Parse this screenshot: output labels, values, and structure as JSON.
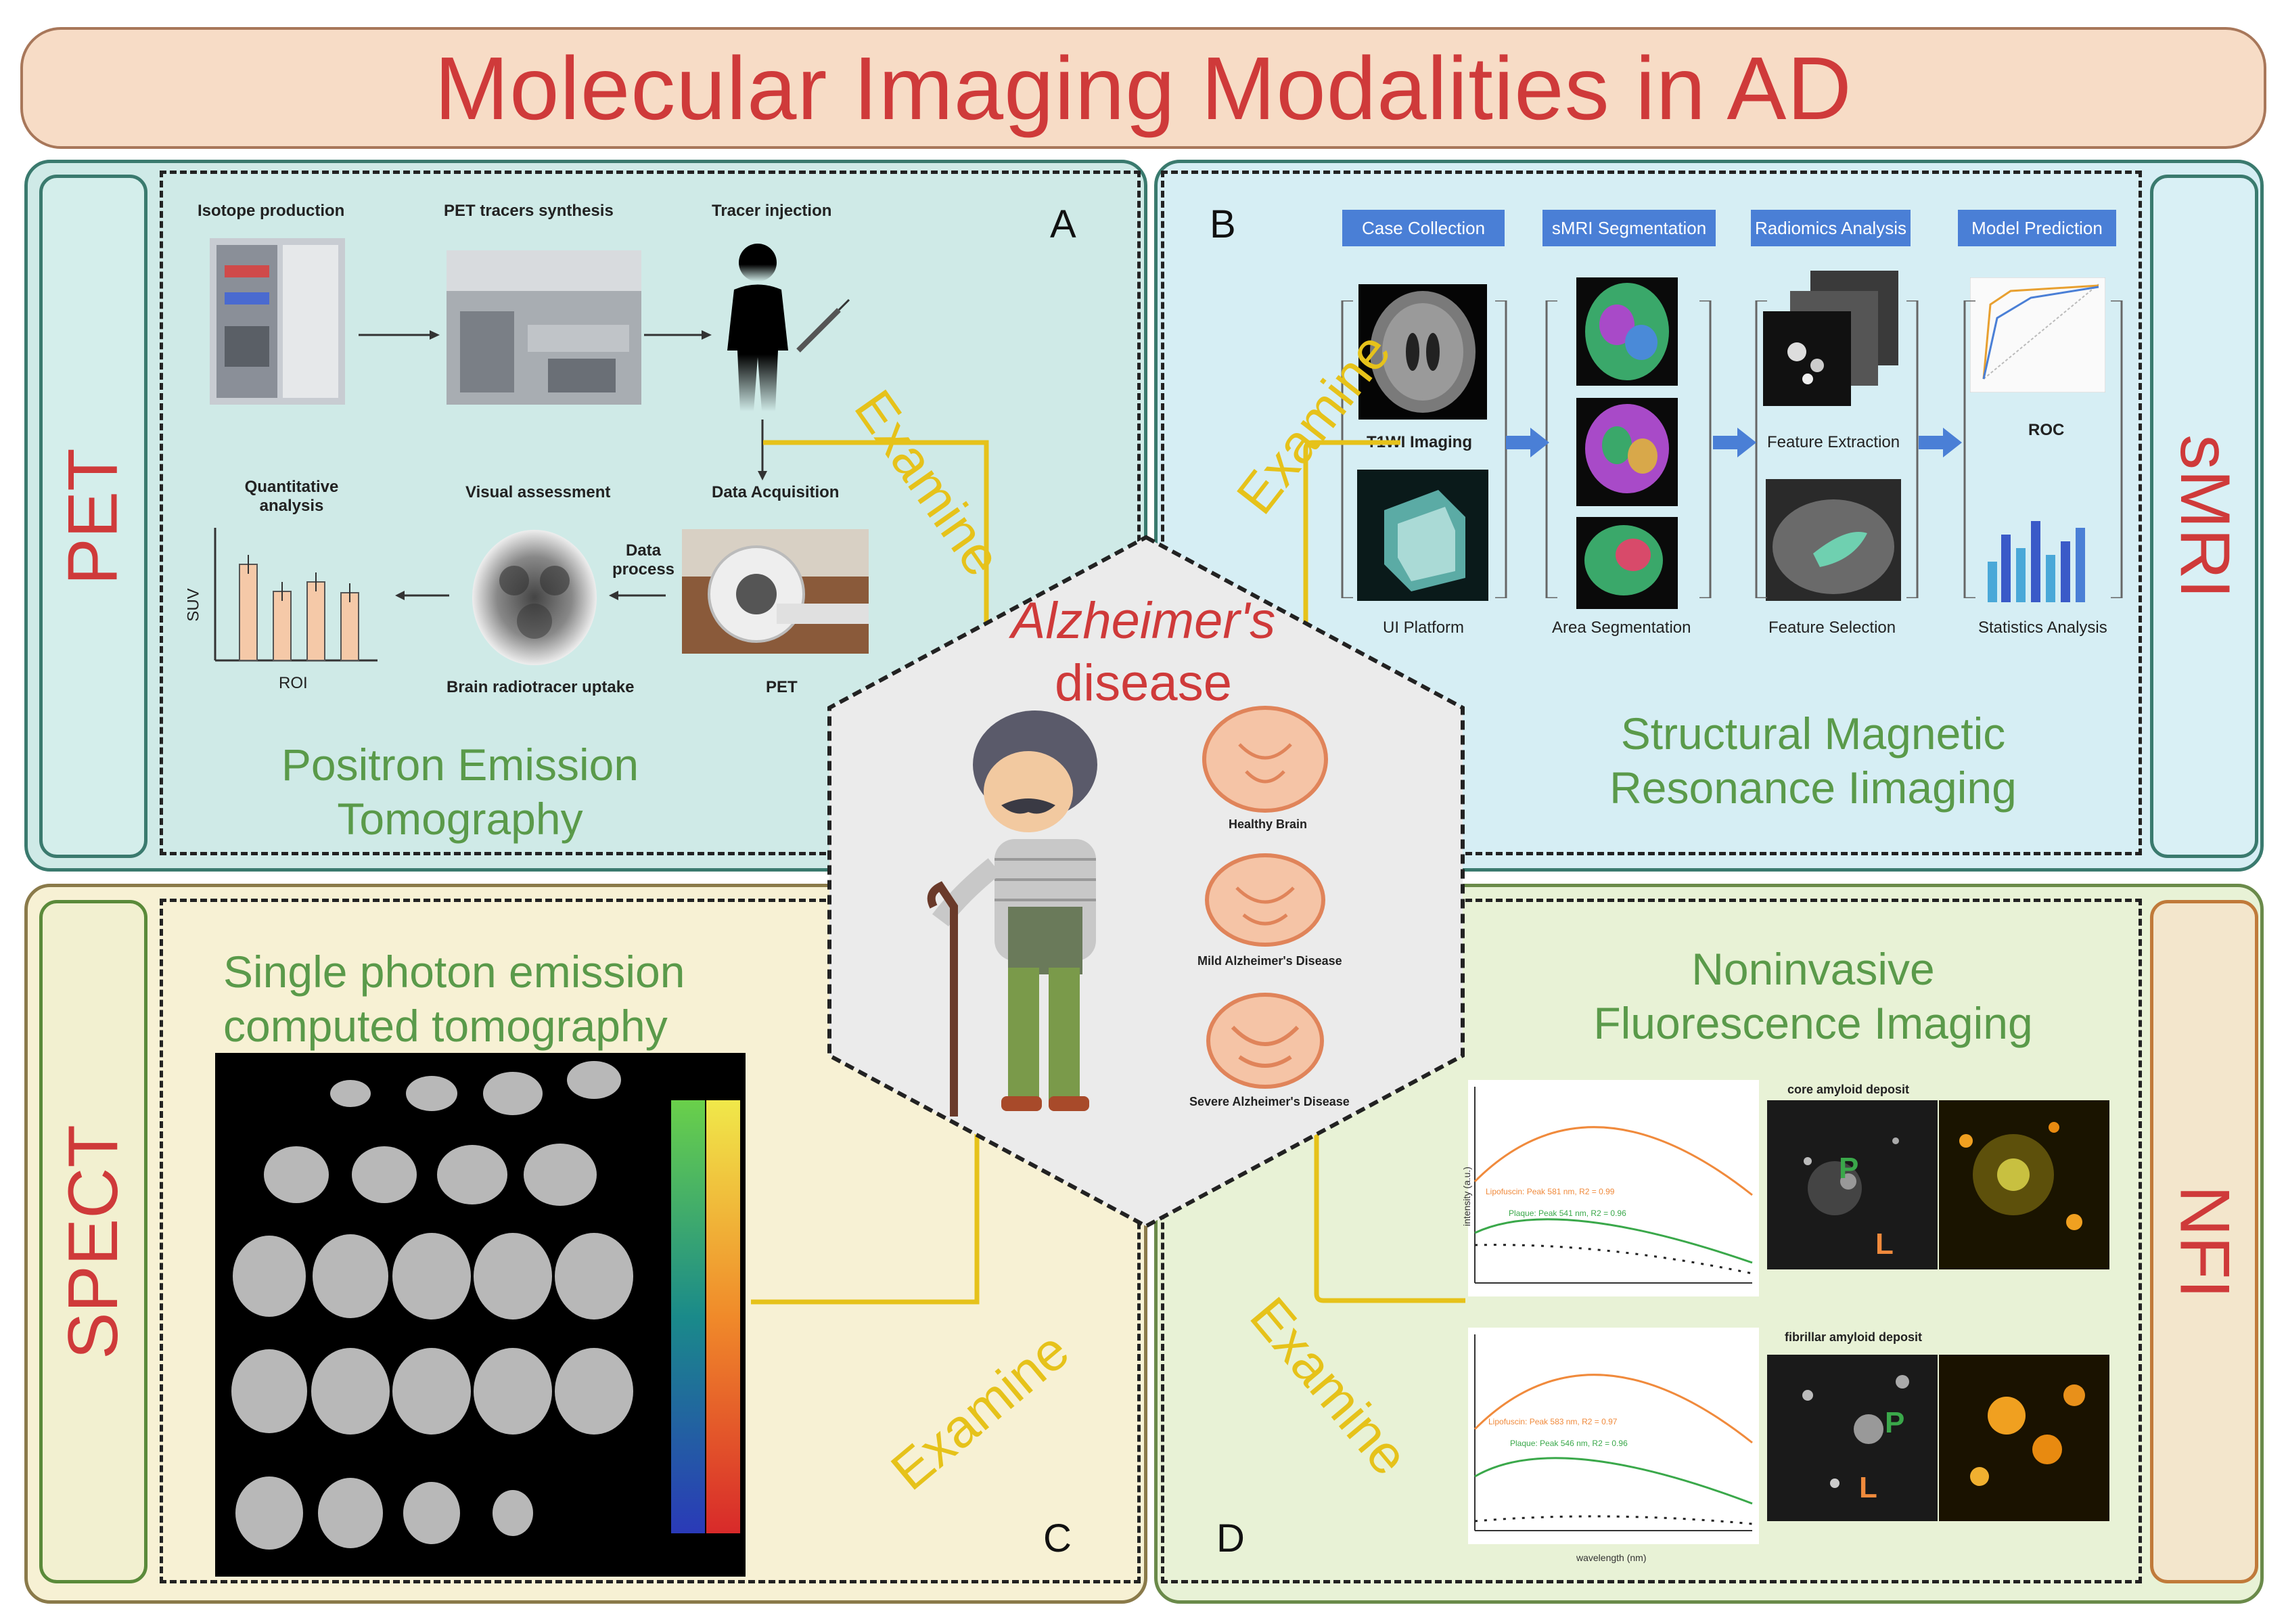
{
  "title": "Molecular Imaging Modalities in AD",
  "center": {
    "title_line1": "Alzheimer's",
    "title_line2": "disease",
    "brain_labels": [
      "Healthy Brain",
      "Mild Alzheimer's Disease",
      "Severe Alzheimer's Disease"
    ]
  },
  "arrow_label": "Examine",
  "pet": {
    "tab": "PET",
    "letter": "A",
    "caption_line1": "Positron Emission",
    "caption_line2": "Tomography",
    "labels": {
      "isotope": "Isotope production",
      "synthesis": "PET tracers synthesis",
      "injection": "Tracer injection",
      "acquisition": "Data Acquisition",
      "quantitative": "Quantitative analysis",
      "visual": "Visual assessment",
      "data_process": "Data process",
      "uptake": "Brain radiotracer uptake",
      "pet": "PET",
      "roi": "ROI",
      "suv": "SUV"
    },
    "colors": {
      "bar": "#f5c9a8",
      "bar_edge": "#555555"
    }
  },
  "smri": {
    "tab": "sMRI",
    "letter": "B",
    "caption_line1": "Structural Magnetic",
    "caption_line2": "Resonance Iimaging",
    "steps": [
      "Case Collection",
      "sMRI Segmentation",
      "Radiomics Analysis",
      "Model Prediction"
    ],
    "labels": {
      "t1": "T1WI Imaging",
      "ui": "UI Platform",
      "area": "Area Segmentation",
      "feature_extraction": "Feature Extraction",
      "feature_selection": "Feature Selection",
      "roc": "ROC",
      "stats": "Statistics Analysis"
    },
    "colors": {
      "step": "#4a7fd6"
    }
  },
  "spect": {
    "tab": "SPECT",
    "letter": "C",
    "caption_line1": "Single photon emission",
    "caption_line2": "computed tomography"
  },
  "nfi": {
    "tab": "NFI",
    "letter": "D",
    "caption_line1": "Noninvasive",
    "caption_line2": "Fluorescence Imaging",
    "labels": {
      "core": "core amyloid deposit",
      "fibrillar": "fibrillar amyloid deposit",
      "p": "P",
      "l": "L",
      "wavelength": "wavelength (nm)",
      "intensity": "intensity (a.u.)",
      "fit1": "Lipofuscin: Peak 581 nm, R2 = 0.99",
      "fit2": "Plaque: Peak 541 nm, R2 = 0.96",
      "fit3": "Lipofuscin: Peak 583 nm, R2 = 0.97",
      "fit4": "Plaque: Peak 546 nm, R2 = 0.96"
    },
    "colors": {
      "orange": "#f08a3c",
      "green": "#3aa84a",
      "black": "#222222"
    }
  }
}
